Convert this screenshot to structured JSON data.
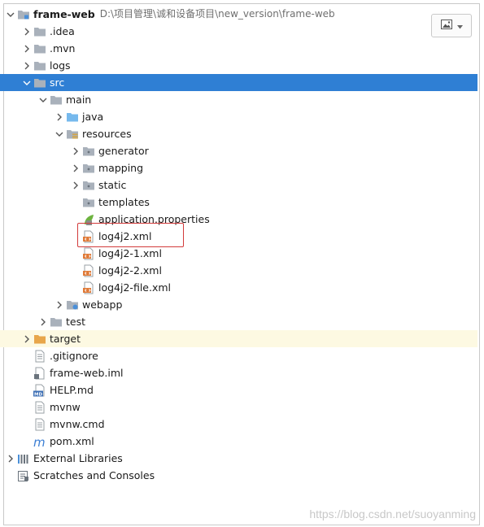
{
  "project_root": {
    "name": "frame-web",
    "path": "D:\\项目管理\\诚和设备项目\\new_version\\frame-web"
  },
  "items": [
    {
      "label": "frame-web",
      "depth": 0,
      "arrow": "down",
      "icon": "module-folder",
      "bold": true,
      "path": true
    },
    {
      "label": ".idea",
      "depth": 1,
      "arrow": "right",
      "icon": "folder"
    },
    {
      "label": ".mvn",
      "depth": 1,
      "arrow": "right",
      "icon": "folder"
    },
    {
      "label": "logs",
      "depth": 1,
      "arrow": "right",
      "icon": "folder"
    },
    {
      "label": "src",
      "depth": 1,
      "arrow": "down",
      "icon": "folder",
      "selected": true
    },
    {
      "label": "main",
      "depth": 2,
      "arrow": "down",
      "icon": "folder"
    },
    {
      "label": "java",
      "depth": 3,
      "arrow": "right",
      "icon": "source-folder"
    },
    {
      "label": "resources",
      "depth": 3,
      "arrow": "down",
      "icon": "resources-folder"
    },
    {
      "label": "generator",
      "depth": 4,
      "arrow": "right",
      "icon": "package-folder"
    },
    {
      "label": "mapping",
      "depth": 4,
      "arrow": "right",
      "icon": "package-folder"
    },
    {
      "label": "static",
      "depth": 4,
      "arrow": "right",
      "icon": "package-folder"
    },
    {
      "label": "templates",
      "depth": 4,
      "arrow": "none",
      "icon": "package-folder"
    },
    {
      "label": "application.properties",
      "depth": 4,
      "arrow": "none",
      "icon": "spring-properties"
    },
    {
      "label": "log4j2.xml",
      "depth": 4,
      "arrow": "none",
      "icon": "xml-file",
      "highlighted": true
    },
    {
      "label": "log4j2-1.xml",
      "depth": 4,
      "arrow": "none",
      "icon": "xml-file"
    },
    {
      "label": "log4j2-2.xml",
      "depth": 4,
      "arrow": "none",
      "icon": "xml-file"
    },
    {
      "label": "log4j2-file.xml",
      "depth": 4,
      "arrow": "none",
      "icon": "xml-file"
    },
    {
      "label": "webapp",
      "depth": 3,
      "arrow": "right",
      "icon": "web-folder"
    },
    {
      "label": "test",
      "depth": 2,
      "arrow": "right",
      "icon": "folder"
    },
    {
      "label": "target",
      "depth": 1,
      "arrow": "right",
      "icon": "excluded-folder",
      "excluded": true
    },
    {
      "label": ".gitignore",
      "depth": 1,
      "arrow": "none",
      "icon": "text-file"
    },
    {
      "label": "frame-web.iml",
      "depth": 1,
      "arrow": "none",
      "icon": "iml-file"
    },
    {
      "label": "HELP.md",
      "depth": 1,
      "arrow": "none",
      "icon": "markdown-file"
    },
    {
      "label": "mvnw",
      "depth": 1,
      "arrow": "none",
      "icon": "text-file"
    },
    {
      "label": "mvnw.cmd",
      "depth": 1,
      "arrow": "none",
      "icon": "text-file"
    },
    {
      "label": "pom.xml",
      "depth": 1,
      "arrow": "none",
      "icon": "maven-file"
    },
    {
      "label": "External Libraries",
      "depth": 0,
      "arrow": "right",
      "icon": "libraries"
    },
    {
      "label": "Scratches and Consoles",
      "depth": 0,
      "arrow": "none",
      "icon": "scratches"
    }
  ],
  "toolbar": {
    "icon": "image-icon",
    "dropdown_icon": "caret-down-icon"
  },
  "watermark": "https://blog.csdn.net/suoyanming",
  "colors": {
    "selection": "#2f7fd4",
    "excluded_row": "#fdf9e2",
    "highlight_box": "#d23b3b",
    "folder": "#a9b1bb",
    "source_folder": "#76b9ed",
    "xml_orange": "#e07b39",
    "spring_green": "#6db33f"
  }
}
